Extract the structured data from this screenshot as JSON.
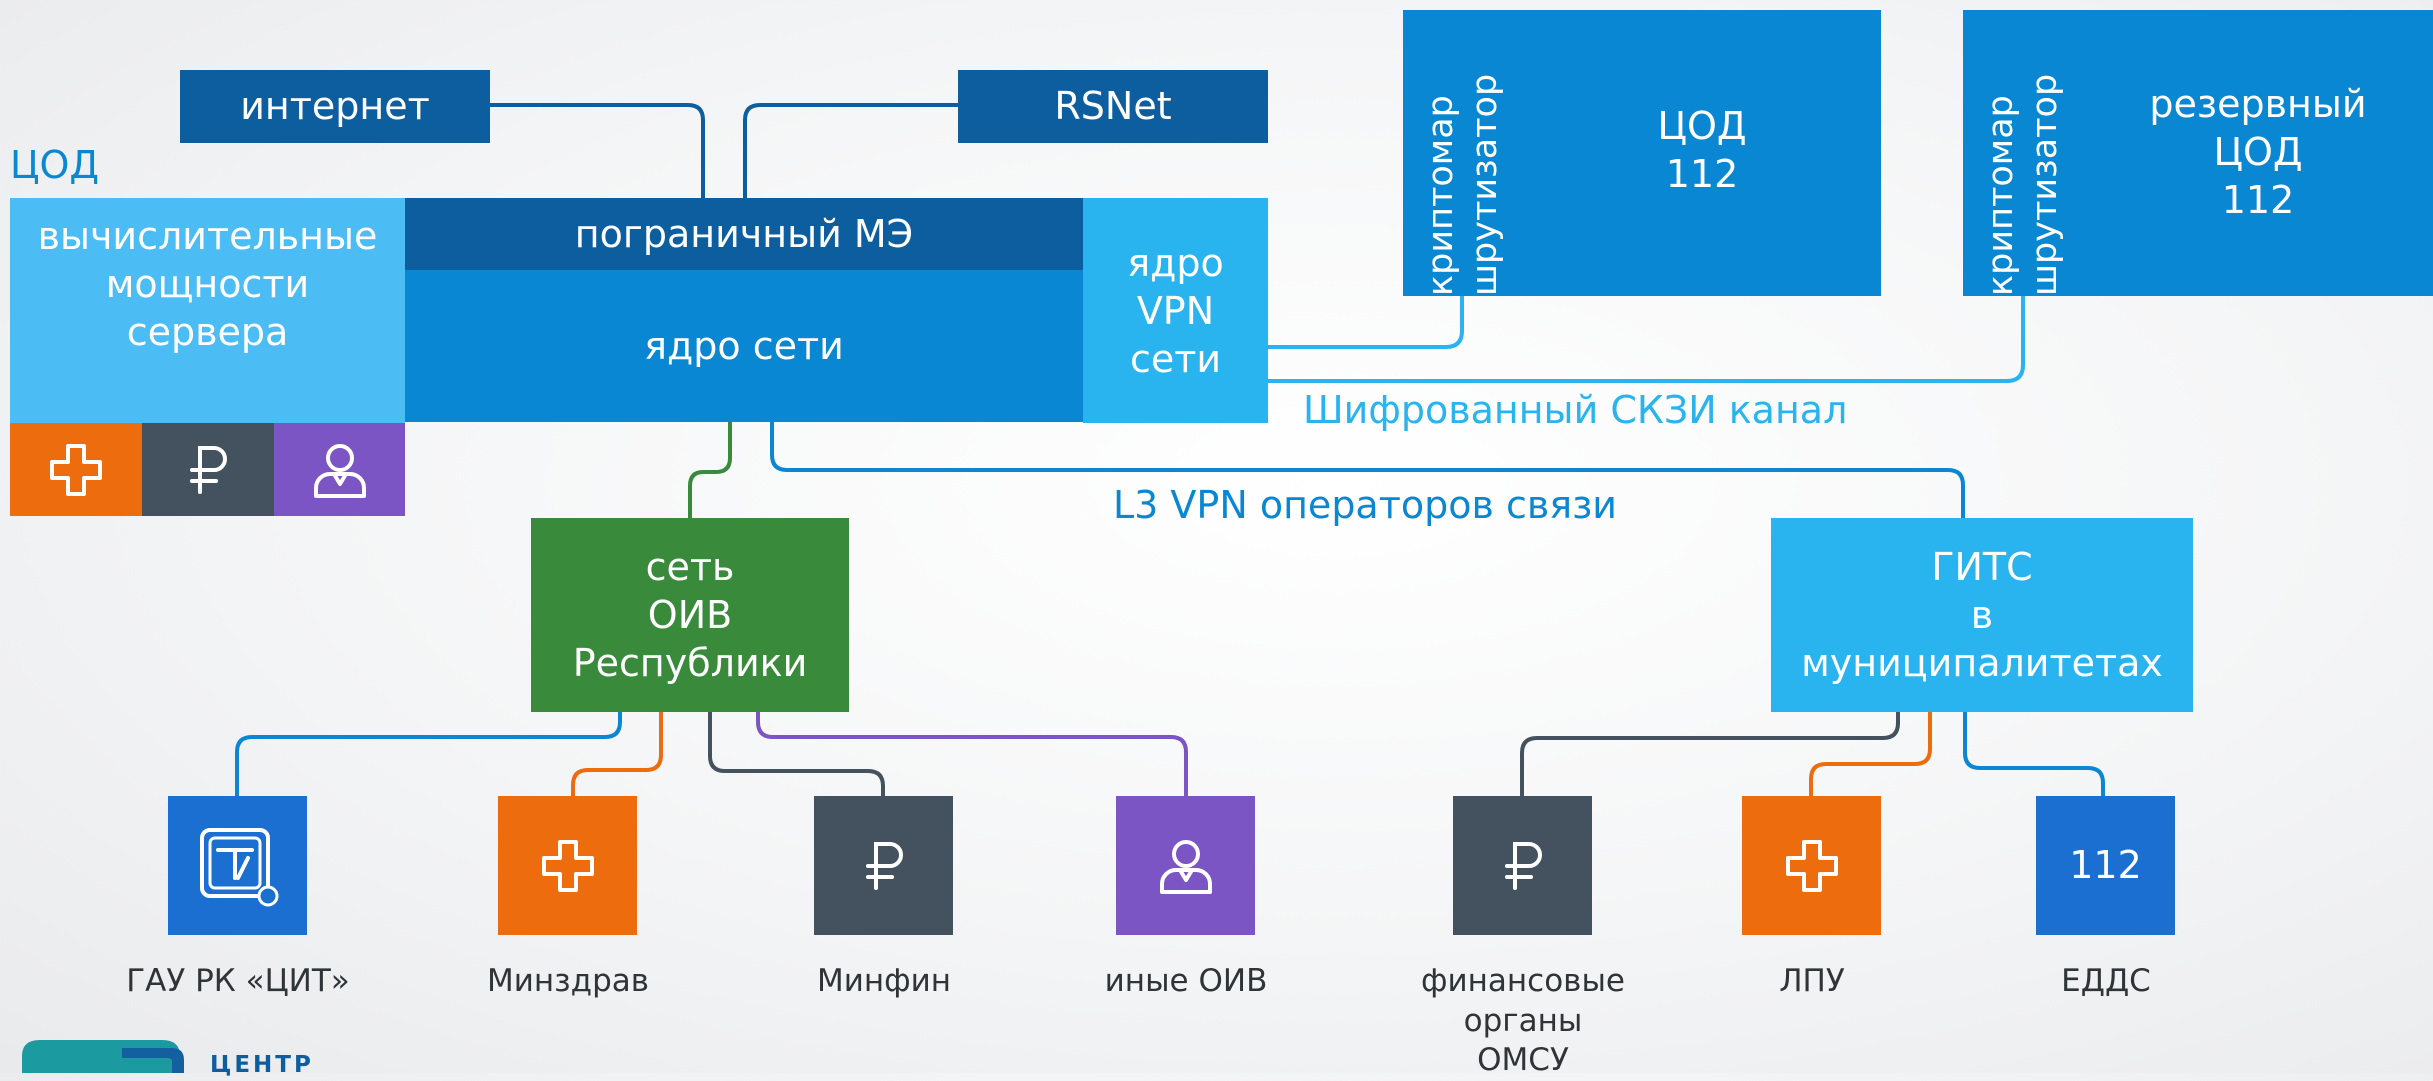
{
  "internet": "интернет",
  "rsnet": "RSNet",
  "cod_label": "ЦОД",
  "compute": [
    "вычислительные",
    "мощности",
    "сервера"
  ],
  "border_fw": "пограничный МЭ",
  "network_core": "ядро сети",
  "vpn_core": [
    "ядро",
    "VPN",
    "сети"
  ],
  "crypto": [
    "криптомар",
    "шрутизатор"
  ],
  "cod112": [
    "ЦОД",
    "112"
  ],
  "reserve_cod112": [
    "резервный",
    "ЦОД",
    "112"
  ],
  "encrypted_channel": "Шифрованный СКЗИ канал",
  "l3vpn": "L3 VPN операторов связи",
  "oiv_network": [
    "сеть",
    "ОИВ",
    "Республики"
  ],
  "gits": [
    "ГИТС",
    "в",
    "муниципалитетах"
  ],
  "endpoints": {
    "gau": "ГАУ РК «ЦИТ»",
    "minzdrav": "Минздрав",
    "minfin": "Минфин",
    "other_oiv": "иные ОИВ",
    "finance_omsu": [
      "финансовые",
      "органы",
      "ОМСУ"
    ],
    "lpu": "ЛПУ",
    "edds": "ЕДДС",
    "edds_badge": "112"
  },
  "logo_text": "ЦЕНТР",
  "icons": [
    "medical-cross-icon",
    "ruble-icon",
    "person-icon",
    "cit-logo-icon"
  ],
  "colors": {
    "dark_blue": "#0d5e9f",
    "mid_blue": "#0a87d2",
    "light_blue": "#29b3ef",
    "green": "#3a8a3c",
    "orange": "#ec6c0e",
    "slate": "#43525e",
    "purple": "#7b55c4",
    "royal_blue": "#1b6fd1",
    "teal": "#1b9aa0"
  }
}
